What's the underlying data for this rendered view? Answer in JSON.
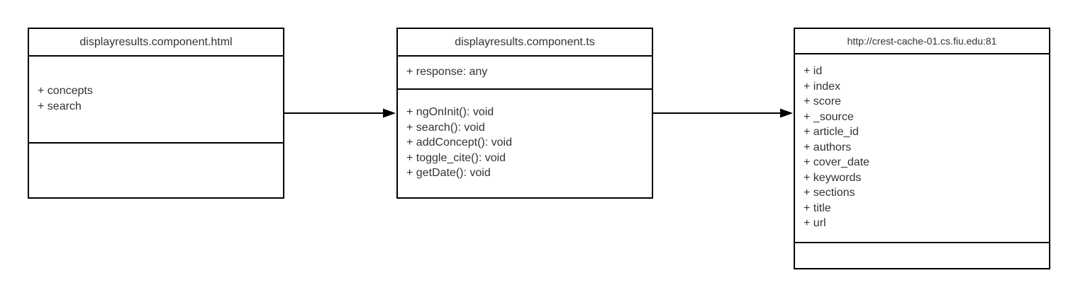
{
  "classes": [
    {
      "id": "html",
      "name": "displayresults.component.html",
      "attributes": [
        "+ concepts",
        "+ search"
      ],
      "operations": []
    },
    {
      "id": "ts",
      "name": "displayresults.component.ts",
      "attributes": [
        "+ response: any"
      ],
      "operations": [
        "+ ngOnInit(): void",
        "+ search(): void",
        "+ addConcept(): void",
        "+ toggle_cite(): void",
        "+ getDate(): void"
      ]
    },
    {
      "id": "api",
      "name": "http://crest-cache-01.cs.fiu.edu:81",
      "attributes": [
        "+ id",
        "+ index",
        "+ score",
        "+ _source",
        "+ article_id",
        "+ authors",
        "+ cover_date",
        "+ keywords",
        "+ sections",
        "+ title",
        "+ url"
      ],
      "operations": []
    }
  ],
  "relations": [
    {
      "from": "html",
      "to": "ts",
      "type": "association-arrow"
    },
    {
      "from": "ts",
      "to": "api",
      "type": "association-arrow"
    }
  ]
}
